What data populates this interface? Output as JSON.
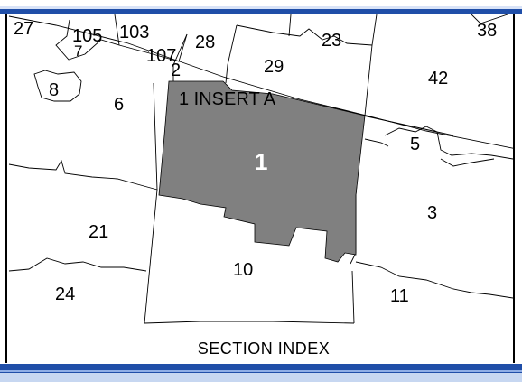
{
  "map": {
    "caption": "SECTION INDEX",
    "highlight_color": "#808080",
    "highlighted_section": "1",
    "sections": {
      "s27": "27",
      "s105": "105",
      "s103": "103",
      "s7": "7",
      "s107": "107",
      "s28": "28",
      "s23": "23",
      "s38": "38",
      "s2": "2",
      "s29": "29",
      "s42": "42",
      "s8": "8",
      "s6": "6",
      "insert": "1 INSERT A",
      "s1": "1",
      "s5": "5",
      "s3": "3",
      "s21": "21",
      "s10": "10",
      "s24": "24",
      "s11": "11"
    }
  }
}
